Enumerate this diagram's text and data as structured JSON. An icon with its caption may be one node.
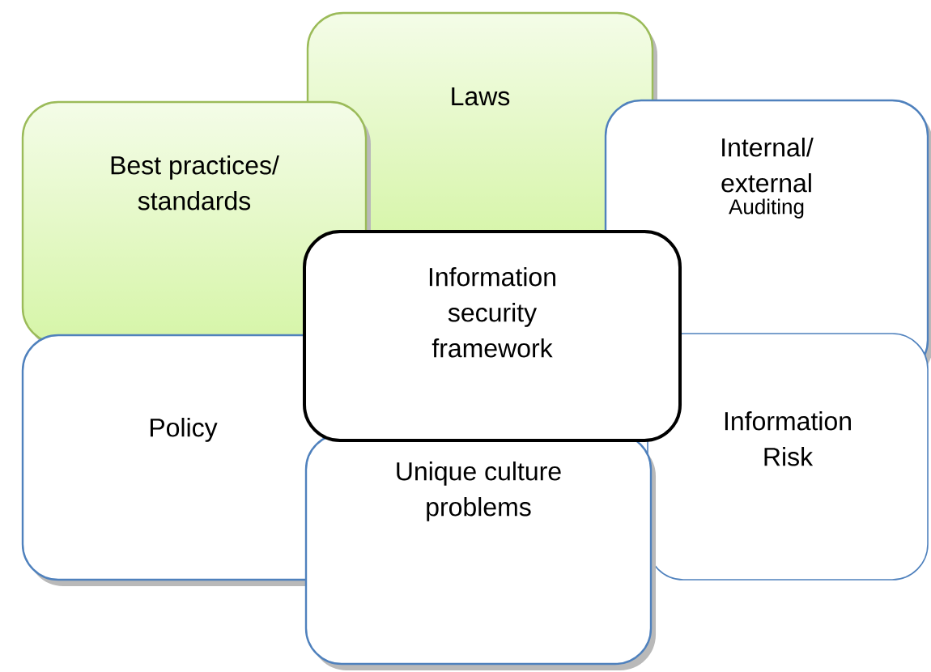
{
  "diagram": {
    "nodes": [
      {
        "text": [
          "Laws"
        ]
      },
      {
        "text": [
          "Best practices/ standards"
        ]
      },
      {
        "text": [
          "Internal/ external",
          "Auditing"
        ]
      },
      {
        "text": [
          "Information security framework"
        ]
      },
      {
        "text": [
          "Policy"
        ]
      },
      {
        "text": [
          "Information Risk"
        ]
      },
      {
        "text": [
          "Unique culture problems"
        ]
      }
    ]
  }
}
